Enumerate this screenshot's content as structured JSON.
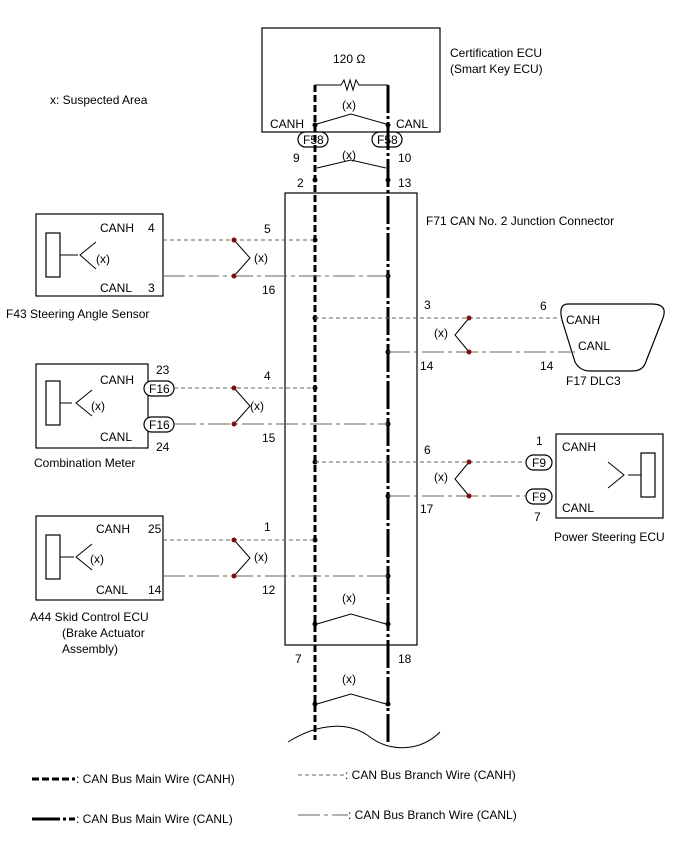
{
  "legend": {
    "suspected": "x: Suspected Area",
    "main_canh": ": CAN Bus Main Wire (CANH)",
    "main_canl": ": CAN Bus Main Wire (CANL)",
    "branch_canh": ": CAN Bus Branch Wire (CANH)",
    "branch_canl": ": CAN Bus Branch Wire (CANL)"
  },
  "marker": "(x)",
  "cert_ecu": {
    "name_line1": "Certification ECU",
    "name_line2": "(Smart Key ECU)",
    "resistor": "120 Ω",
    "canh": "CANH",
    "canl": "CANL",
    "conn_h": "F58",
    "conn_l": "F58",
    "pin_h": "9",
    "pin_l": "10"
  },
  "junction": {
    "name": "F71  CAN No. 2 Junction Connector",
    "pin_top_h": "2",
    "pin_top_l": "13",
    "pin_bot_h": "7",
    "pin_bot_l": "18",
    "pins": {
      "steer_h": "5",
      "steer_l": "16",
      "meter_h": "4",
      "meter_l": "15",
      "skid_h": "1",
      "skid_l": "12",
      "dlc_h": "3",
      "dlc_l": "14",
      "ps_h": "6",
      "ps_l": "17"
    }
  },
  "steering": {
    "name": "F43  Steering Angle Sensor",
    "canh": "CANH",
    "canl": "CANL",
    "pin_h": "4",
    "pin_l": "3"
  },
  "meter": {
    "name": "Combination Meter",
    "canh": "CANH",
    "canl": "CANL",
    "conn_h": "F16",
    "conn_l": "F16",
    "pin_h": "23",
    "pin_l": "24"
  },
  "skid": {
    "name_line1": "A44  Skid Control ECU",
    "name_line2": "(Brake Actuator",
    "name_line3": "Assembly)",
    "canh": "CANH",
    "canl": "CANL",
    "pin_h": "25",
    "pin_l": "14"
  },
  "dlc3": {
    "name": "F17    DLC3",
    "canh": "CANH",
    "canl": "CANL",
    "pin_h": "6",
    "pin_l": "14"
  },
  "power_steering": {
    "name": "Power Steering ECU",
    "canh": "CANH",
    "canl": "CANL",
    "conn_h": "F9",
    "conn_l": "F9",
    "pin_h": "1",
    "pin_l": "7"
  }
}
